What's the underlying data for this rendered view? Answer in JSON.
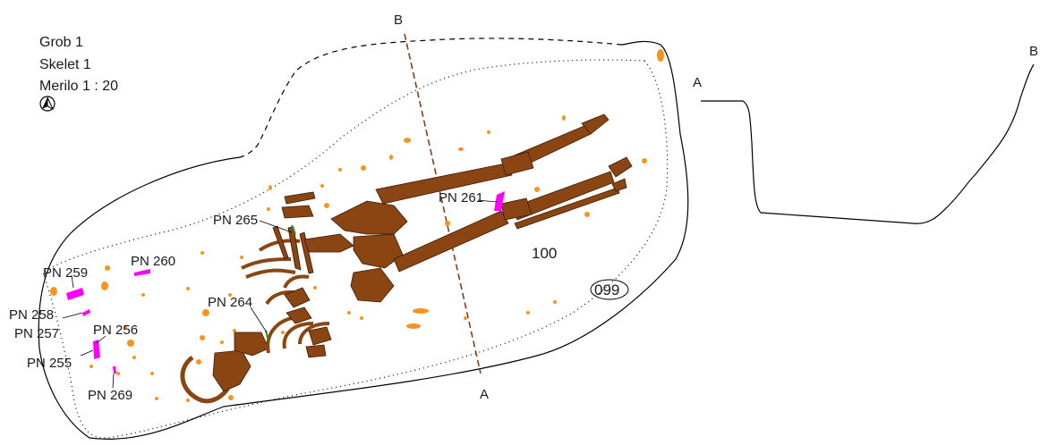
{
  "header": {
    "grave": "Grob 1",
    "skeleton": "Skelet 1",
    "scale": "Merilo 1 : 20"
  },
  "icons": {
    "north_arrow": "north-arrow-icon"
  },
  "section_labels": {
    "b_top": "B",
    "b_right": "B",
    "a_right": "A",
    "a_bottom": "A"
  },
  "context_numbers": {
    "fill": "100",
    "cut": "099"
  },
  "finds": [
    "PN 255",
    "PN 256",
    "PN 257",
    "PN 258",
    "PN 259",
    "PN 260",
    "PN 261",
    "PN 264",
    "PN 265",
    "PN 269"
  ],
  "colors": {
    "bone": "#8b4513",
    "bone_outline": "#3a1a05",
    "pottery_orange": "#f7941d",
    "finds_magenta": "#ff00ff",
    "green_find": "#2e8b2e",
    "section_line": "#8b3a1a",
    "outline": "#000000"
  }
}
